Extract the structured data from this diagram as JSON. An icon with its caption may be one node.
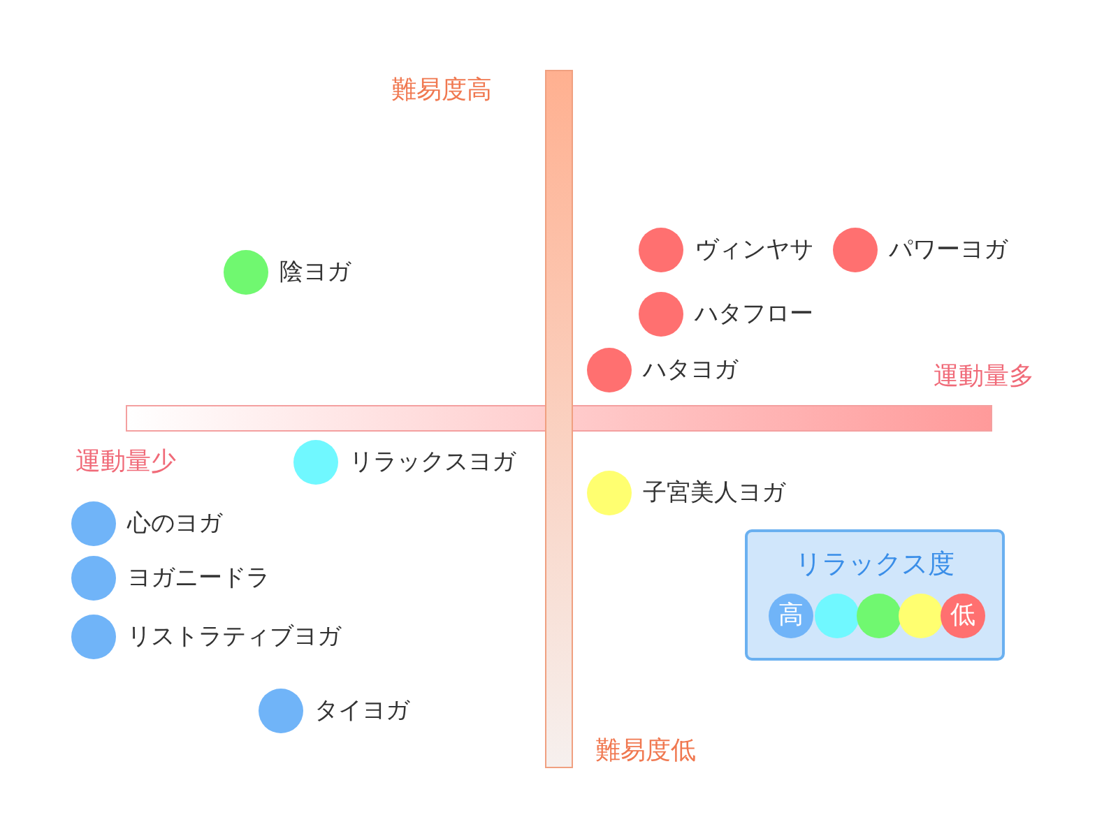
{
  "diagram": {
    "nodes": [
      {
        "text": [],
        "shape": "circle",
        "beside": [
          "陰ヨガ"
        ]
      },
      {
        "text": [],
        "shape": "circle",
        "beside": [
          "ヴィンヤサ"
        ]
      },
      {
        "text": [],
        "shape": "circle",
        "beside": [
          "パワーヨガ"
        ]
      },
      {
        "text": [],
        "shape": "circle",
        "beside": [
          "ハタフロー"
        ]
      },
      {
        "text": [],
        "shape": "circle",
        "beside": [
          "ハタヨガ"
        ]
      },
      {
        "text": [],
        "shape": "circle",
        "beside": [
          "リラックスヨガ"
        ]
      },
      {
        "text": [],
        "shape": "circle",
        "beside": [
          "子宮美人ヨガ"
        ]
      },
      {
        "text": [],
        "shape": "circle",
        "beside": [
          "心のヨガ"
        ]
      },
      {
        "text": [],
        "shape": "circle",
        "beside": [
          "ヨガニードラ"
        ]
      },
      {
        "text": [],
        "shape": "circle",
        "beside": [
          "リストラティブヨガ"
        ]
      },
      {
        "text": [],
        "shape": "circle",
        "beside": [
          "タイヨガ"
        ]
      },
      {
        "text": [
          "リラックス度"
        ]
      },
      {
        "text": [
          "高"
        ],
        "in": 11
      },
      {
        "text": [],
        "shape": "circle",
        "in": 11
      },
      {
        "text": [],
        "shape": "circle",
        "in": 11
      },
      {
        "text": [],
        "shape": "circle",
        "in": 11
      },
      {
        "text": [
          "低"
        ],
        "in": 11
      }
    ],
    "edges": [],
    "labels": [
      "難易度高",
      "運動量多",
      "運動量少",
      "難易度低"
    ]
  }
}
